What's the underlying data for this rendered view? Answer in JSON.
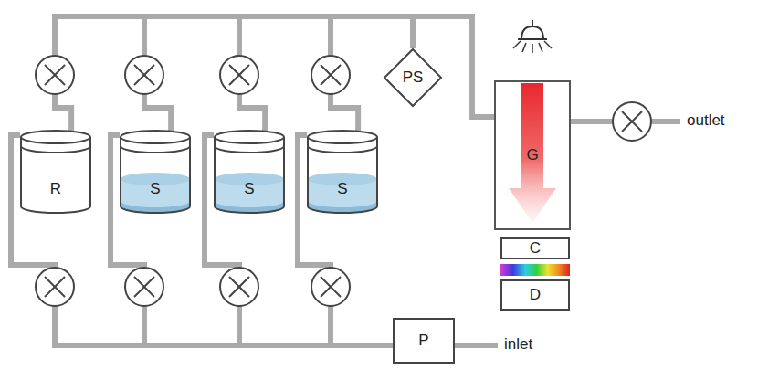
{
  "diagram": {
    "nodes": [
      {
        "text": [
          "R"
        ]
      },
      {
        "text": [
          "S"
        ]
      },
      {
        "text": [
          "S"
        ]
      },
      {
        "text": [
          "S"
        ]
      },
      {
        "text": [
          "PS"
        ]
      },
      {
        "text": [
          "G"
        ]
      },
      {
        "text": [
          "C"
        ]
      },
      {
        "text": [
          "D"
        ]
      },
      {
        "text": [
          "P"
        ]
      }
    ],
    "edges": [
      {
        "from": 8,
        "to": 0,
        "arrow": "none"
      },
      {
        "from": 8,
        "to": 1,
        "arrow": "none"
      },
      {
        "from": 8,
        "to": 2,
        "arrow": "none"
      },
      {
        "from": 8,
        "to": 3,
        "arrow": "none"
      },
      {
        "from": 0,
        "to": 5,
        "arrow": "none"
      },
      {
        "from": 1,
        "to": 5,
        "arrow": "none"
      },
      {
        "from": 2,
        "to": 5,
        "arrow": "none"
      },
      {
        "from": 3,
        "to": 5,
        "arrow": "none"
      },
      {
        "from": 4,
        "to": 5,
        "arrow": "none"
      }
    ],
    "labels": [
      "outlet",
      "inlet"
    ]
  }
}
